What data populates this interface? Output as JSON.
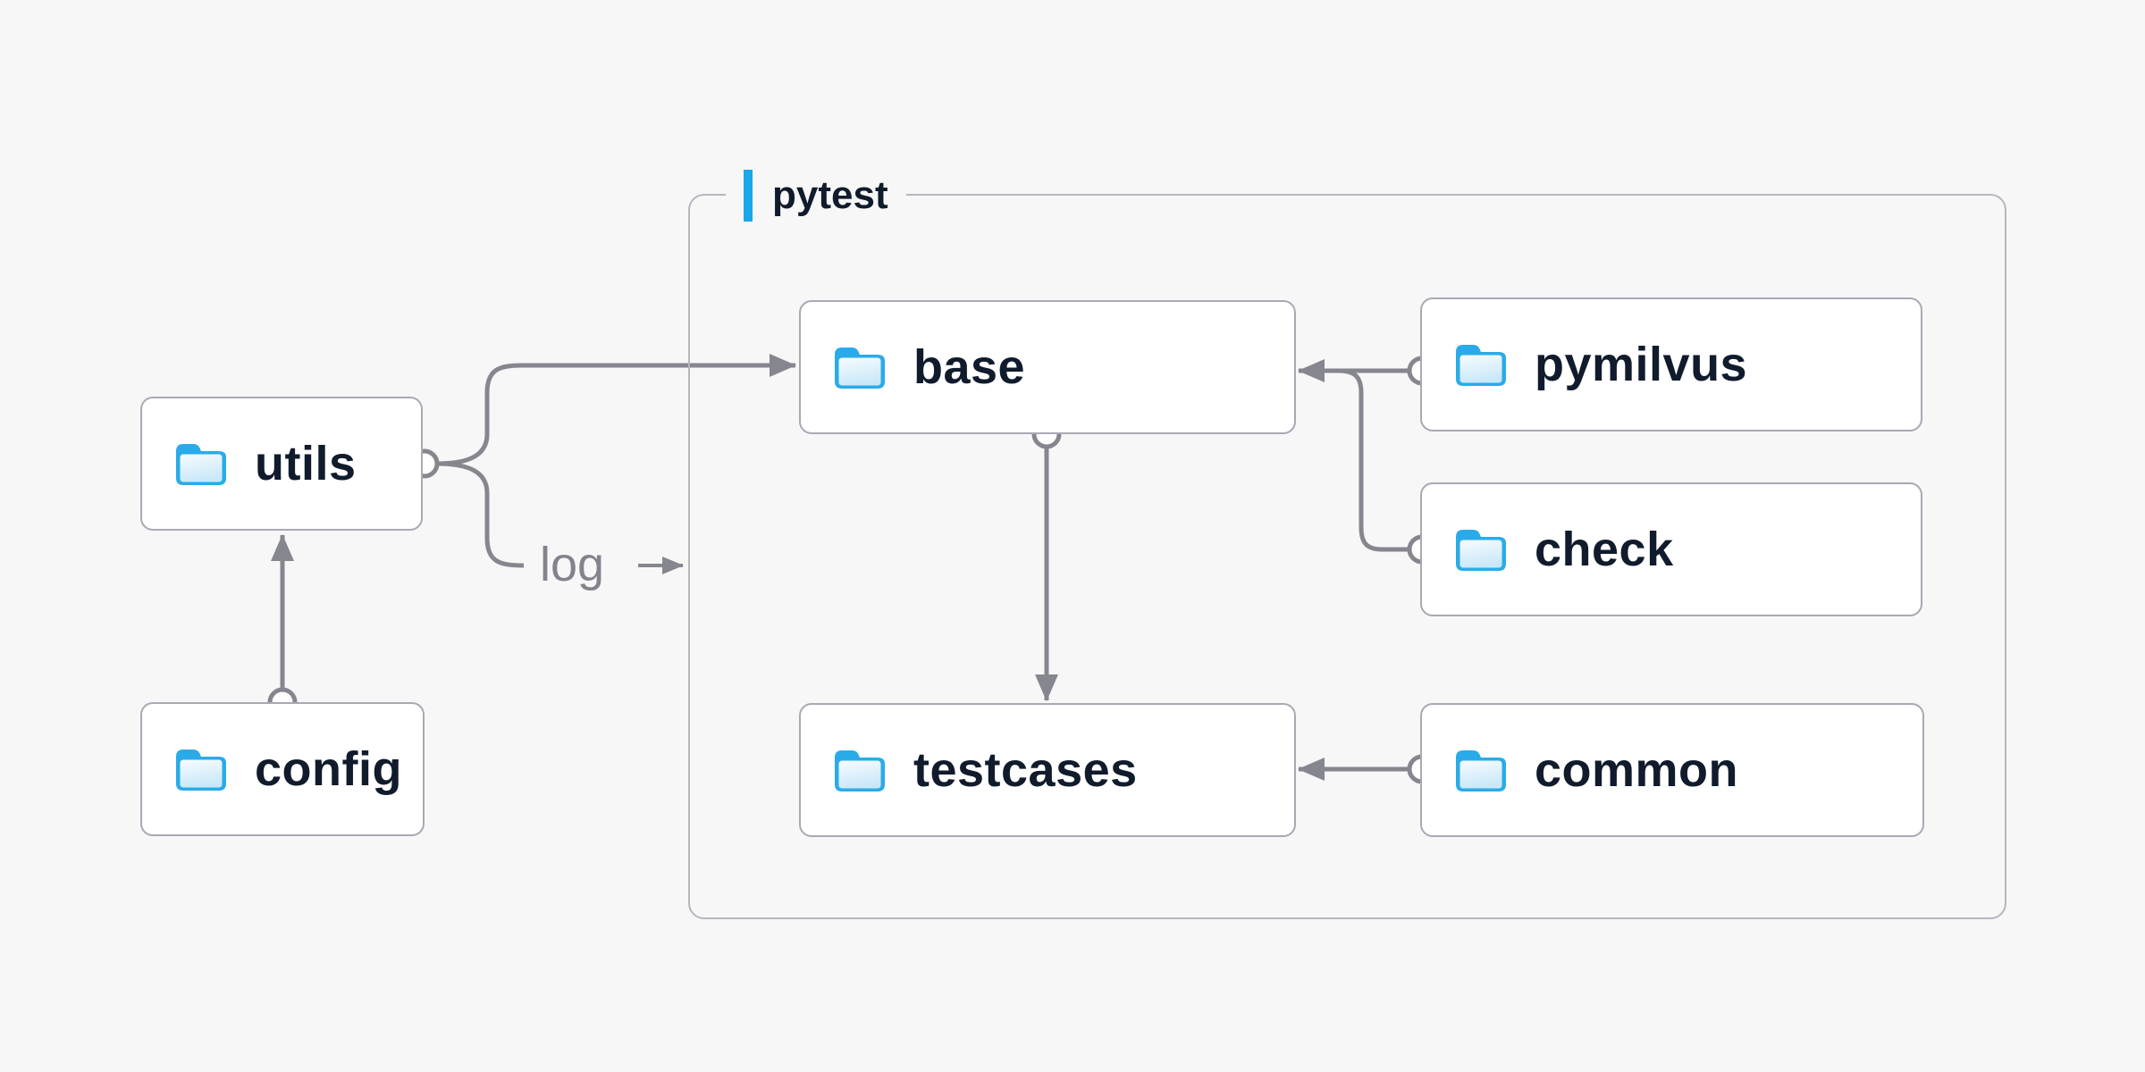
{
  "group": {
    "label": "pytest",
    "children": [
      "base",
      "pymilvus",
      "check",
      "testcases",
      "common"
    ]
  },
  "nodes": {
    "utils": {
      "label": "utils",
      "icon": "folder-icon"
    },
    "config": {
      "label": "config",
      "icon": "folder-icon"
    },
    "base": {
      "label": "base",
      "icon": "folder-icon"
    },
    "pymilvus": {
      "label": "pymilvus",
      "icon": "folder-icon"
    },
    "check": {
      "label": "check",
      "icon": "folder-icon"
    },
    "testcases": {
      "label": "testcases",
      "icon": "folder-icon"
    },
    "common": {
      "label": "common",
      "icon": "folder-icon"
    }
  },
  "edges": [
    {
      "from": "config",
      "to": "utils"
    },
    {
      "from": "utils",
      "to": "base"
    },
    {
      "from": "utils",
      "to": "log",
      "label": "log"
    },
    {
      "from": "pymilvus",
      "to": "base"
    },
    {
      "from": "check",
      "to": "base"
    },
    {
      "from": "base",
      "to": "testcases"
    },
    {
      "from": "common",
      "to": "testcases"
    }
  ],
  "colors": {
    "background": "#f7f7f8",
    "accent": "#19a7e8",
    "connector": "#86868f",
    "box_border": "#a9a9b4",
    "group_border": "#b6b6c0",
    "text": "#101b2c",
    "muted": "#83838c",
    "folder_blue": "#2aabe9"
  }
}
